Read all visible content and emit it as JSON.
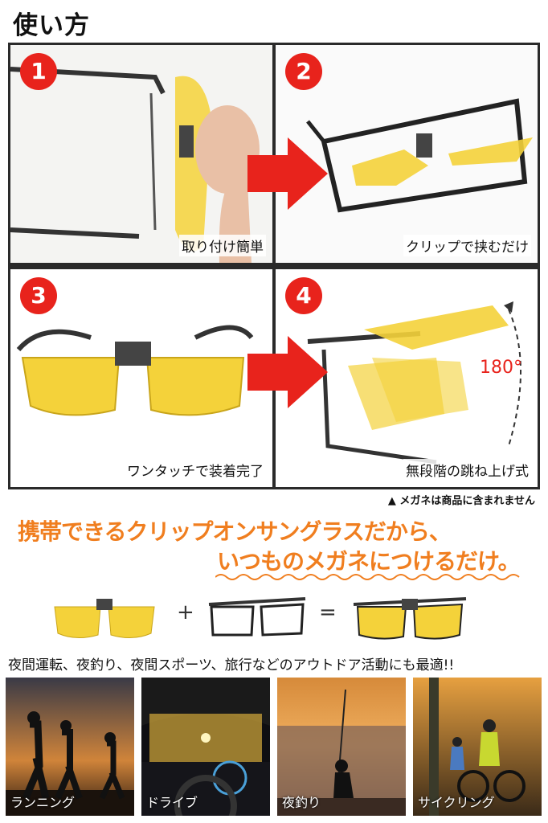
{
  "title": "使い方",
  "steps": [
    {
      "num": "1",
      "caption": "取り付け簡単"
    },
    {
      "num": "2",
      "caption": "クリップで挟むだけ"
    },
    {
      "num": "3",
      "caption": "ワンタッチで装着完了"
    },
    {
      "num": "4",
      "caption": "無段階の跳ね上げ式",
      "angle": "180°"
    }
  ],
  "note": "▲ メガネは商品に含まれません",
  "headline": {
    "line1": "携帯できるクリップオンサングラスだから、",
    "line2": "いつものメガネにつけるだけ。"
  },
  "equation": {
    "plus": "+",
    "equals": "="
  },
  "tagline": "夜間運転、夜釣り、夜間スポーツ、旅行などのアウトドア活動にも最適!!",
  "photos": [
    {
      "label": "ランニング"
    },
    {
      "label": "ドライブ"
    },
    {
      "label": "夜釣り"
    },
    {
      "label": "サイクリング"
    }
  ],
  "colors": {
    "accent_red": "#e8231c",
    "accent_orange": "#f07e1f",
    "lens_yellow": "#f4d23a"
  }
}
